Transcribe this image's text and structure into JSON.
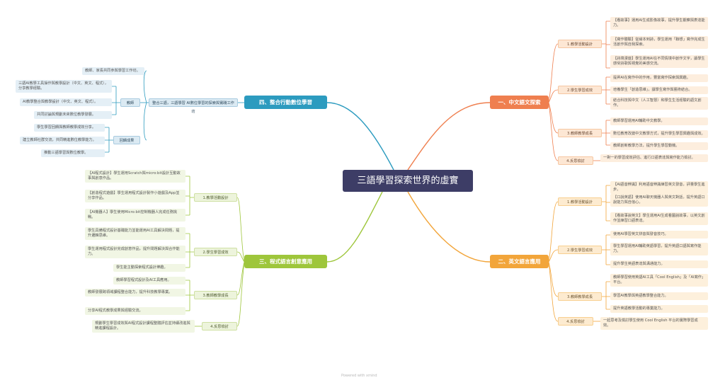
{
  "central": {
    "title": "三語學習探索世界的虛實"
  },
  "branches": {
    "zh": {
      "title": "一、中文語文探索",
      "subs": [
        {
          "label": "1.教學活動設計",
          "leaves": [
            "【看故事】運用AI生成影像故事，提升學生觀察與表達能力。",
            "【寫作體驗】從繪本到詩，學生運用「聯想」寫作完成生活創作與自我探索。",
            "【詩境漫遊】學生運用AI在不同情境中創作文字，讓學生感受詩歌與視覺的美感交流。"
          ]
        },
        {
          "label": "2.學生學習成效",
          "leaves": [
            "提昇AI在寫作中的作用，豐富寫作探索與興趣。",
            "培養學生「創造思維」，讓學生寫作與藝術結合。",
            "結合科技與中文（人工智慧）和學生生活經驗的語文創作。"
          ]
        },
        {
          "label": "3.教師教學成長",
          "leaves": [
            "教師學習運用AI輔助中文教學。",
            "數位教育改變中文教學方式，提升學生學習興趣與成效。",
            "教師創新教學方法，提升學生學習動機。"
          ]
        },
        {
          "label": "4.反思檢討",
          "leaves": [
            "一對一的學習成效評估、進行口語表達與寫作能力檢討。"
          ]
        }
      ]
    },
    "en": {
      "title": "二、英文語言應用",
      "subs": [
        {
          "label": "1.教學活動設計",
          "leaves": [
            "【AI語音辨識】利用語音辨識練習英文發音，評量學生進步。",
            "【口說英語】使用AI聊天機器人與英文對話，提升英語口說能力與自信心。",
            "【看故事說英文】學生運用AI生成看圖說故事，以英文創作並練習口語表達。"
          ]
        },
        {
          "label": "2.學生學習成效",
          "leaves": [
            "使用AI學習英文拼音與發音技巧。",
            "學生學習運用AI輔助英語學習，提升英語口語與寫作能力。",
            "提升學生英語表達與溝通能力。"
          ]
        },
        {
          "label": "3.教師教學成長",
          "leaves": [
            "教師學習使用英語AI工具「Cool English」及「AI寫作」平台。",
            "學習AI教學與英語教學整合能力。",
            "提升英語教學活動的專業能力。"
          ]
        },
        {
          "label": "4.反思檢討",
          "leaves": [
            "一起思考及檢討學生使用 Cool English 平台的實際學習成效。"
          ]
        }
      ]
    },
    "mix": {
      "title": "三、程式語言創意應用",
      "subs": [
        {
          "label": "1.教學活動設計",
          "leaves": [
            "【AI程式設計】學生運用Scratch與micro:bit設計互動故事與創意作品。",
            "【創造程式遊戲】學生運用程式設計製作小遊戲及App並分享作品。",
            "【AI機器人】學生使用Micro:bit控制機器人完成任務挑戰。"
          ]
        },
        {
          "label": "2.學生學習成效",
          "leaves": [
            "學生具備程式設計基礎能力並能運用AI工具解決問題，提升邏輯思維。",
            "學生運用程式設計完成創意作品，提升問題解決與合作能力。",
            "學生能主動探索程式設計樂趣。"
          ]
        },
        {
          "label": "3.教師教學成長",
          "leaves": [
            "教師學習程式設計及AI工具應用。",
            "教師發展跨領域課程整合能力，提升科技教學專業。",
            "分享AI程式教學成果與經驗交流。"
          ]
        },
        {
          "label": "4.反思檢討",
          "leaves": [
            "規劃學生學習成效與AI程式設計課程整體評估並持續改進與精進課程設計。"
          ]
        }
      ]
    },
    "int": {
      "title": "四、整合行動數位學習",
      "subs": [
        {
          "label": "整合三語，三語學習 AI數位學習的探索與實踐工作坊",
          "leaves": []
        },
        {
          "label": "教師",
          "leaves": [
            "教師、家長共同參與學習工作坊。",
            "三語AI教學工具操作與教學設計（中文、英文、程式），分享教學經驗。",
            "AI教學整合與教學設計（中文、英文、程式）。",
            "共同討論與規劃未來數位教學發展。"
          ]
        },
        {
          "label": "回饋成果",
          "leaves": [
            "學生學習回饋與教師教學成效分享。",
            "建立教師社群交流，共同精進數位教學能力。",
            "推動三語學習與數位教學。"
          ]
        }
      ]
    }
  },
  "footer": {
    "text": "Powered with xmind"
  },
  "colors": {
    "zh": "#ef7f4f",
    "en": "#f2a53a",
    "mix": "#9ec63b",
    "int": "#2c9bbf",
    "central": "#3d3d66"
  },
  "icons": [
    "pencil-icon",
    "person-icon",
    "teacher-icon",
    "memo-icon",
    "brain-icon",
    "gear-icon",
    "star-icon",
    "laptop-icon"
  ]
}
